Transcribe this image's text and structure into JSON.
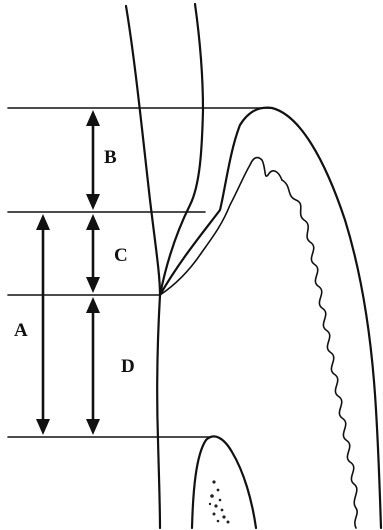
{
  "labels": {
    "a": "A",
    "b": "B",
    "c": "C",
    "d": "D"
  },
  "style": {
    "line_color": "#111111",
    "background": "#ffffff"
  }
}
